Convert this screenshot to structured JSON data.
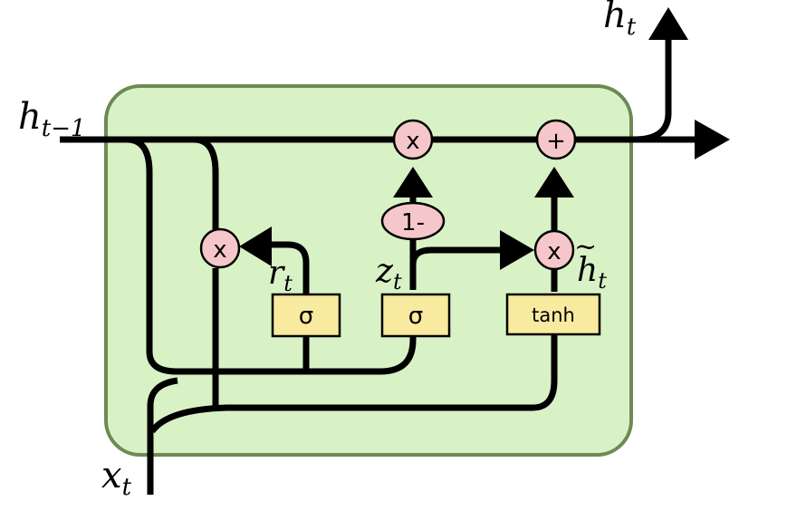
{
  "labels": {
    "h_prev": {
      "base": "h",
      "sub": "t−1"
    },
    "h_out": {
      "base": "h",
      "sub": "t"
    },
    "x_in": {
      "base": "x",
      "sub": "t"
    },
    "r": {
      "base": "r",
      "sub": "t"
    },
    "z": {
      "base": "z",
      "sub": "t"
    },
    "h_tilde": {
      "base": "h",
      "tilde": "~",
      "sub": "t"
    }
  },
  "gates": {
    "reset_sigma": "σ",
    "update_sigma": "σ",
    "candidate_tanh": "tanh"
  },
  "ops": {
    "reset_multiply": "x",
    "one_minus": "1-",
    "forget_multiply": "x",
    "candidate_multiply": "x",
    "add": "+"
  },
  "colors": {
    "cell_fill": "#d8f2c6",
    "cell_border": "#6d8a55",
    "op_fill": "#f5c7cb",
    "gate_fill": "#f8ea9e",
    "line": "#000000"
  }
}
